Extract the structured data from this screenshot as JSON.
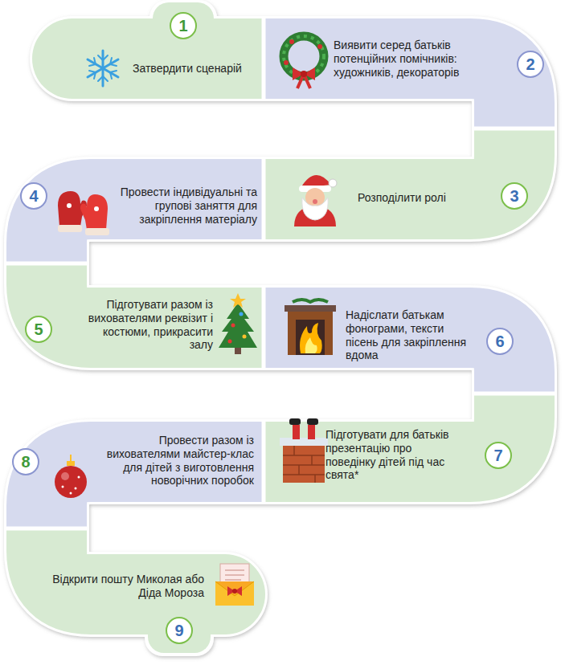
{
  "diagram": {
    "nodes": [
      {
        "text": [
          "Затвердити сценарій"
        ]
      },
      {
        "text": [
          "1"
        ],
        "in": 0
      },
      {
        "text": [
          "Виявити серед батьків потенційних помічників: художників, декораторів"
        ]
      },
      {
        "text": [
          "2"
        ],
        "in": 2
      },
      {
        "text": [
          "Розподілити ролі"
        ]
      },
      {
        "text": [
          "3"
        ],
        "in": 4
      },
      {
        "text": [
          "Провести індивідуальні та групові заняття для закріплення матеріалу"
        ]
      },
      {
        "text": [
          "4"
        ],
        "in": 6
      },
      {
        "text": [
          "Підготувати разом із вихователями реквізит і костюми, прикрасити залу"
        ]
      },
      {
        "text": [
          "5"
        ],
        "in": 8
      },
      {
        "text": [
          "Надіслати батькам фонограми, тексти пісень для закріплення вдома"
        ]
      },
      {
        "text": [
          "6"
        ],
        "in": 10
      },
      {
        "text": [
          "Підготувати для батьків презентацію про поведінку дітей під час свята*"
        ]
      },
      {
        "text": [
          "7"
        ],
        "in": 12
      },
      {
        "text": [
          "Провести разом із вихователями майстер-клас для дітей з виготовлення новорічних поробок"
        ]
      },
      {
        "text": [
          "8"
        ],
        "in": 14
      },
      {
        "text": [
          "Відкрити пошту Миколая або Діда Мороза"
        ]
      },
      {
        "text": [
          "9"
        ],
        "in": 16
      }
    ]
  }
}
